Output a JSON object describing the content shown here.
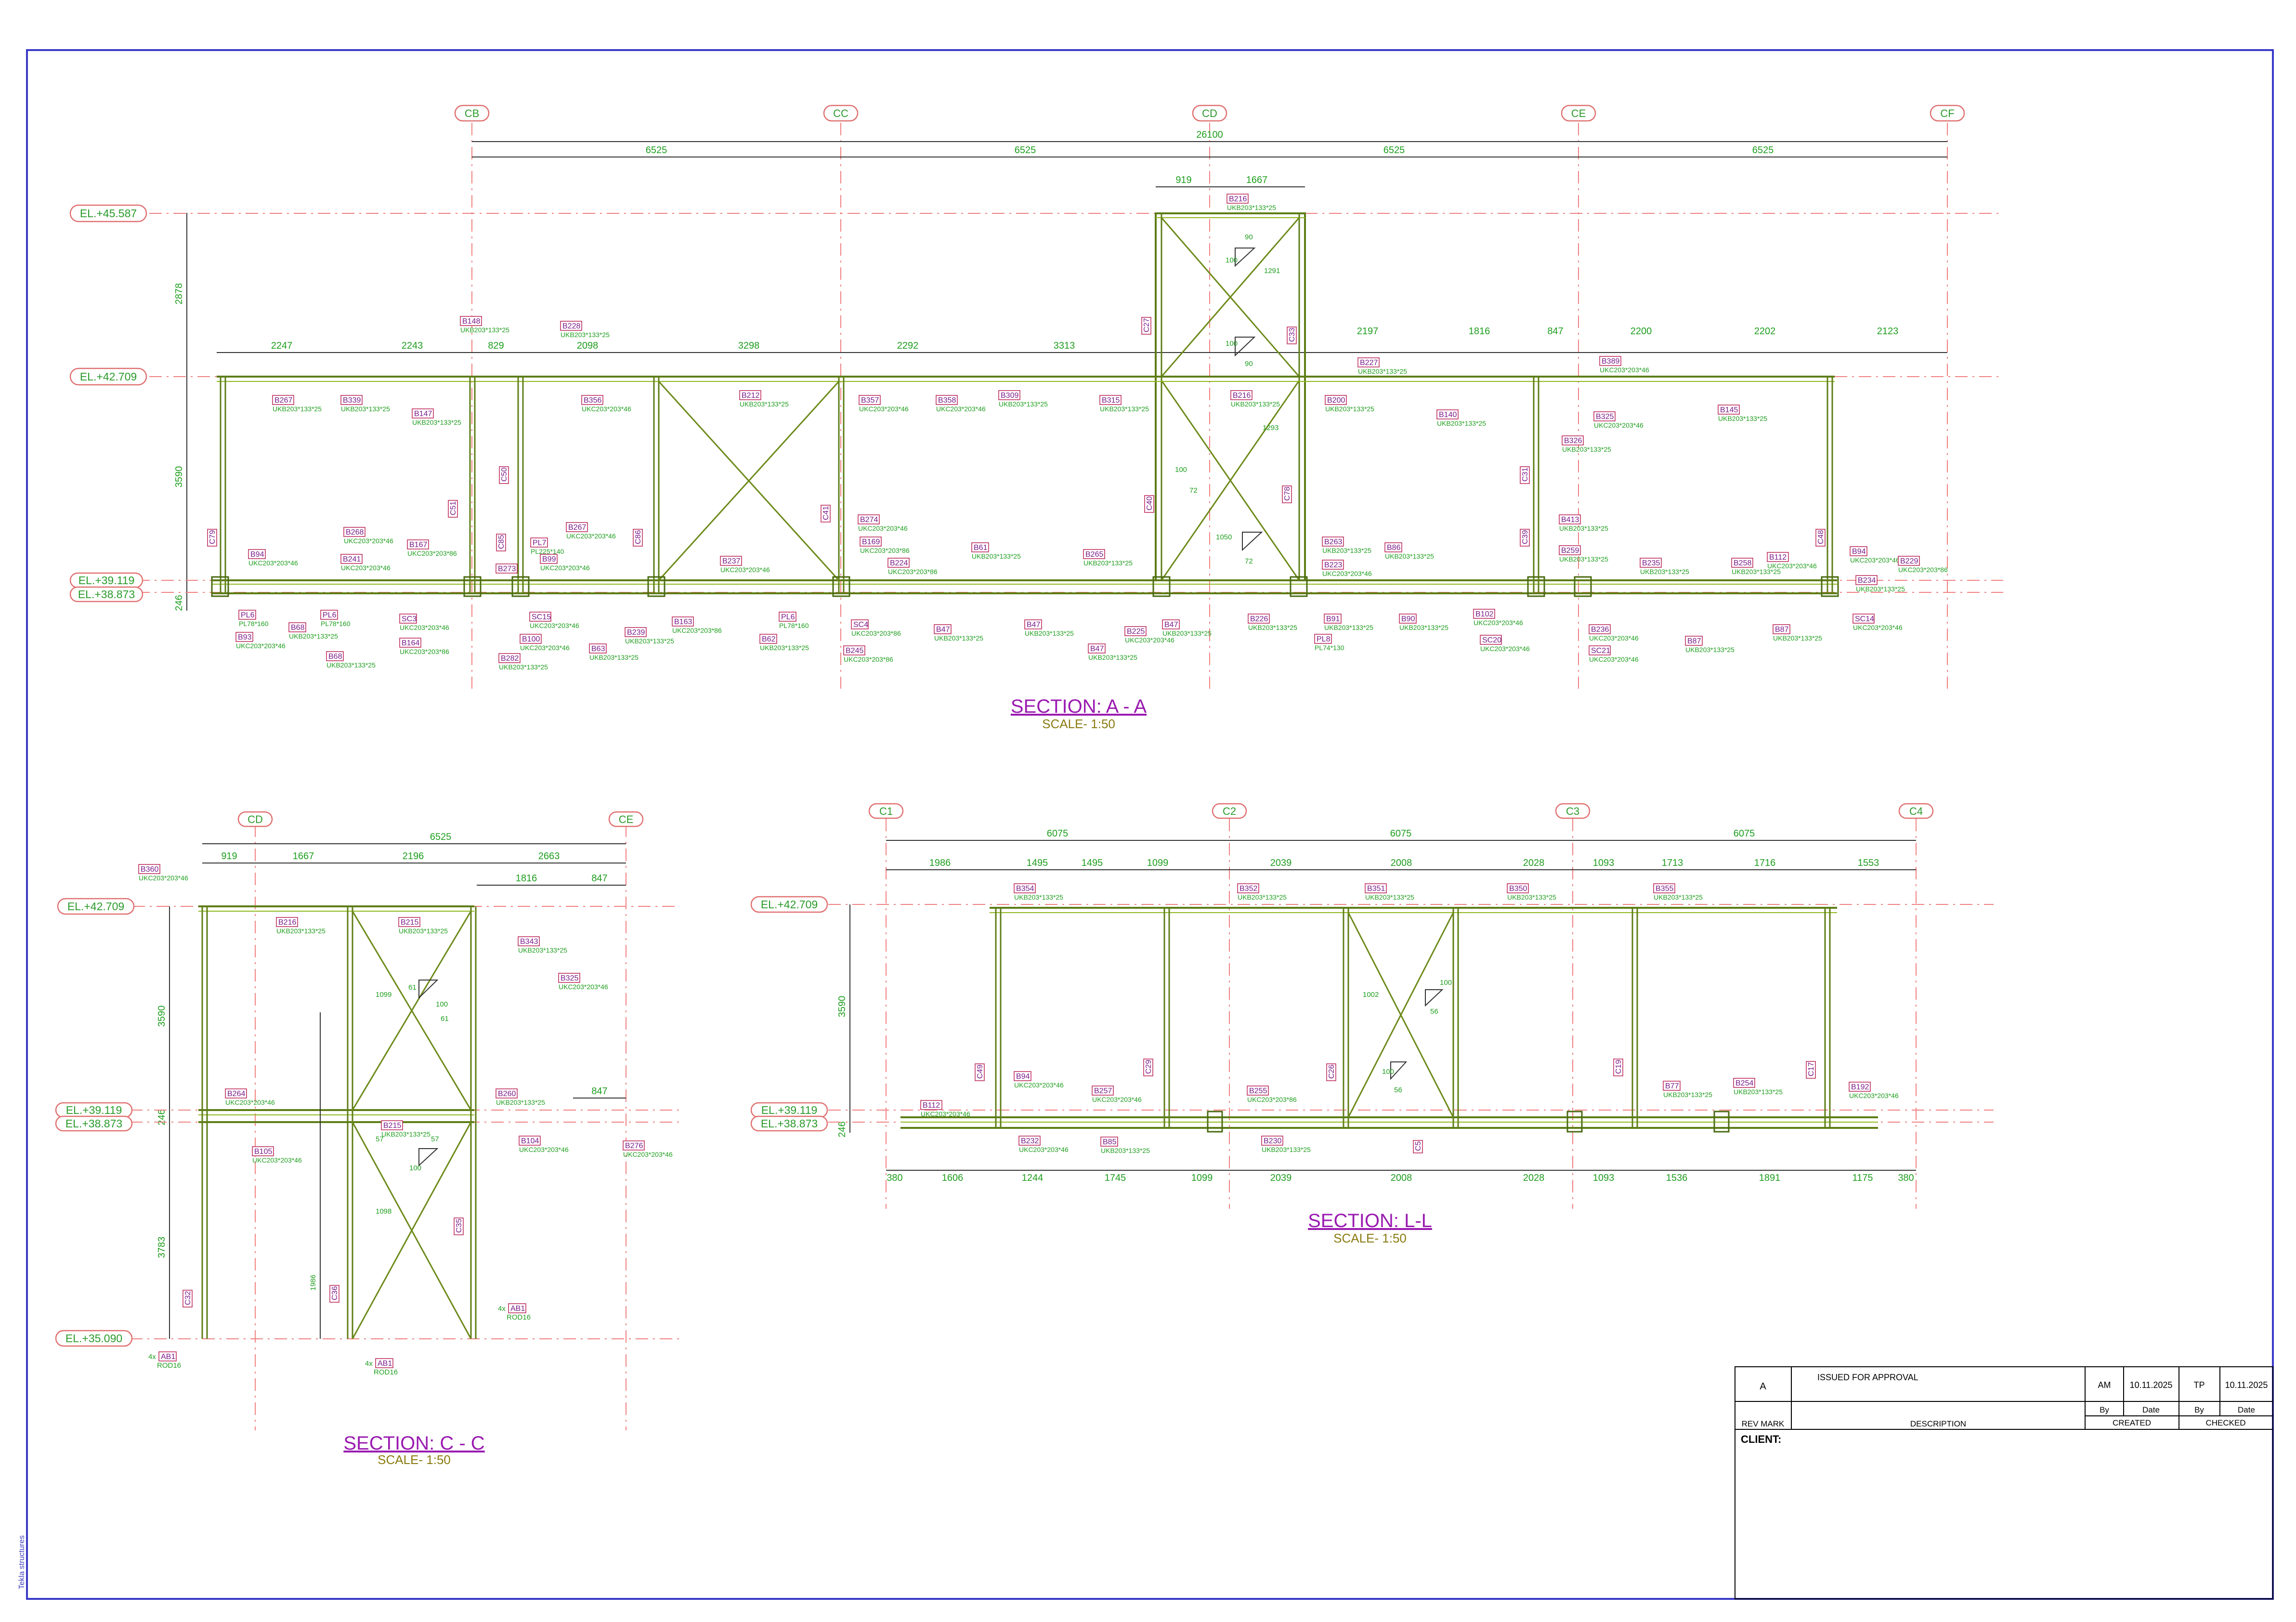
{
  "sectionA": {
    "title": "SECTION: A - A",
    "scale": "SCALE- 1:50",
    "grids": [
      "CB",
      "CC",
      "CD",
      "CE",
      "CF"
    ],
    "overall_dim": "26100",
    "bay_dims": [
      "6525",
      "6525",
      "6525",
      "6525"
    ],
    "upper_dims": [
      "919",
      "1667"
    ],
    "mid_dims": [
      "2247",
      "2243",
      "829",
      "2098",
      "3298",
      "2292",
      "3313",
      "2197",
      "1816",
      "847",
      "2200",
      "2202",
      "2123"
    ],
    "heights": [
      "2878",
      "3590",
      "246"
    ],
    "elevations": [
      "EL.+45.587",
      "EL.+42.709",
      "EL.+39.119",
      "EL.+38.873"
    ],
    "angle_marks": [
      "90",
      "100",
      "1291",
      "100",
      "90",
      "1293",
      "100",
      "72",
      "1050",
      "72"
    ],
    "members": [
      {
        "id": "B216",
        "size": "UKB203*133*25"
      },
      {
        "id": "B148",
        "size": "UKB203*133*25"
      },
      {
        "id": "B228",
        "size": "UKB203*133*25"
      },
      {
        "id": "B267",
        "size": "UKB203*133*25"
      },
      {
        "id": "B339",
        "size": "UKB203*133*25"
      },
      {
        "id": "B147",
        "size": "UKB203*133*25"
      },
      {
        "id": "B356",
        "size": "UKC203*203*46"
      },
      {
        "id": "B212",
        "size": "UKB203*133*25"
      },
      {
        "id": "B357",
        "size": "UKC203*203*46"
      },
      {
        "id": "B358",
        "size": "UKC203*203*46"
      },
      {
        "id": "B309",
        "size": "UKB203*133*25"
      },
      {
        "id": "B315",
        "size": "UKB203*133*25"
      },
      {
        "id": "B216",
        "size": "UKB203*133*25"
      },
      {
        "id": "B200",
        "size": "UKB203*133*25"
      },
      {
        "id": "B227",
        "size": "UKB203*133*25"
      },
      {
        "id": "B140",
        "size": "UKB203*133*25"
      },
      {
        "id": "B389",
        "size": "UKC203*203*46"
      },
      {
        "id": "B325",
        "size": "UKC203*203*46"
      },
      {
        "id": "B145",
        "size": "UKB203*133*25"
      },
      {
        "id": "B326",
        "size": "UKB203*133*25"
      },
      {
        "id": "B94",
        "size": "UKC203*203*46"
      },
      {
        "id": "B268",
        "size": "UKC203*203*46"
      },
      {
        "id": "B241",
        "size": "UKC203*203*46"
      },
      {
        "id": "B167",
        "size": "UKC203*203*86"
      },
      {
        "id": "B267",
        "size": "UKC203*203*46"
      },
      {
        "id": "PL7",
        "size": "PL225*140"
      },
      {
        "id": "B99",
        "size": "UKC203*203*46"
      },
      {
        "id": "B273",
        "size": ""
      },
      {
        "id": "B237",
        "size": "UKC203*203*46"
      },
      {
        "id": "B274",
        "size": "UKC203*203*46"
      },
      {
        "id": "B169",
        "size": "UKC203*203*86"
      },
      {
        "id": "B224",
        "size": "UKC203*203*86"
      },
      {
        "id": "B61",
        "size": "UKB203*133*25"
      },
      {
        "id": "B265",
        "size": "UKB203*133*25"
      },
      {
        "id": "B263",
        "size": "UKB203*133*25"
      },
      {
        "id": "B223",
        "size": "UKC203*203*46"
      },
      {
        "id": "B86",
        "size": "UKB203*133*25"
      },
      {
        "id": "B413",
        "size": "UKB203*133*25"
      },
      {
        "id": "B259",
        "size": "UKB203*133*25"
      },
      {
        "id": "B235",
        "size": "UKB203*133*25"
      },
      {
        "id": "B258",
        "size": "UKB203*133*25"
      },
      {
        "id": "B112",
        "size": "UKC203*203*46"
      },
      {
        "id": "B94",
        "size": "UKC203*203*46"
      },
      {
        "id": "B229",
        "size": "UKC203*203*86"
      },
      {
        "id": "B234",
        "size": "UKB203*133*25"
      },
      {
        "id": "PL6",
        "size": "PL78*160"
      },
      {
        "id": "B68",
        "size": "UKB203*133*25"
      },
      {
        "id": "PL6",
        "size": "PL78*160"
      },
      {
        "id": "B93",
        "size": "UKC203*203*46"
      },
      {
        "id": "B68",
        "size": "UKB203*133*25"
      },
      {
        "id": "SC3",
        "size": "UKC203*203*46"
      },
      {
        "id": "B164",
        "size": "UKC203*203*86"
      },
      {
        "id": "SC15",
        "size": "UKC203*203*46"
      },
      {
        "id": "B100",
        "size": "UKC203*203*46"
      },
      {
        "id": "B282",
        "size": "UKB203*133*25"
      },
      {
        "id": "B63",
        "size": "UKB203*133*25"
      },
      {
        "id": "B239",
        "size": "UKB203*133*25"
      },
      {
        "id": "B163",
        "size": "UKC203*203*86"
      },
      {
        "id": "B62",
        "size": "UKB203*133*25"
      },
      {
        "id": "PL6",
        "size": "PL78*160"
      },
      {
        "id": "SC4",
        "size": "UKC203*203*86"
      },
      {
        "id": "B245",
        "size": "UKC203*203*86"
      },
      {
        "id": "B47",
        "size": "UKB203*133*25"
      },
      {
        "id": "B47",
        "size": "UKB203*133*25"
      },
      {
        "id": "B47",
        "size": "UKB203*133*25"
      },
      {
        "id": "B225",
        "size": "UKC203*203*46"
      },
      {
        "id": "B47",
        "size": "UKB203*133*25"
      },
      {
        "id": "B226",
        "size": "UKB203*133*25"
      },
      {
        "id": "PL8",
        "size": "PL74*130"
      },
      {
        "id": "B91",
        "size": "UKB203*133*25"
      },
      {
        "id": "B90",
        "size": "UKB203*133*25"
      },
      {
        "id": "B102",
        "size": "UKC203*203*46"
      },
      {
        "id": "SC20",
        "size": "UKC203*203*46"
      },
      {
        "id": "B236",
        "size": "UKC203*203*46"
      },
      {
        "id": "SC21",
        "size": "UKC203*203*46"
      },
      {
        "id": "B87",
        "size": "UKB203*133*25"
      },
      {
        "id": "B87",
        "size": "UKB203*133*25"
      },
      {
        "id": "SC14",
        "size": "UKC203*203*46"
      }
    ],
    "columns": [
      "C79",
      "C51",
      "C50",
      "C85",
      "C86",
      "C41",
      "C27",
      "C33",
      "C40",
      "C78",
      "C31",
      "C39",
      "C48"
    ]
  },
  "sectionC": {
    "title": "SECTION: C - C",
    "scale": "SCALE- 1:50",
    "grids": [
      "CD",
      "CE"
    ],
    "overall_dim": "6525",
    "top_dims": [
      "919",
      "1667",
      "2196",
      "2663"
    ],
    "sub_dims": [
      "1816",
      "847"
    ],
    "mid_dim": "847",
    "heights": [
      "3590",
      "246",
      "3783"
    ],
    "elevations": [
      "EL.+42.709",
      "EL.+39.119",
      "EL.+38.873",
      "EL.+35.090"
    ],
    "angle_marks": [
      "61",
      "100",
      "1099",
      "61",
      "57",
      "100",
      "57",
      "1098",
      "1986"
    ],
    "members": [
      {
        "id": "B360",
        "size": "UKC203*203*46"
      },
      {
        "id": "B216",
        "size": "UKB203*133*25"
      },
      {
        "id": "B215",
        "size": "UKB203*133*25"
      },
      {
        "id": "B343",
        "size": "UKB203*133*25"
      },
      {
        "id": "B325",
        "size": "UKC203*203*46"
      },
      {
        "id": "B264",
        "size": "UKC203*203*46"
      },
      {
        "id": "B260",
        "size": "UKB203*133*25"
      },
      {
        "id": "B215",
        "size": "UKB203*133*25"
      },
      {
        "id": "B105",
        "size": "UKC203*203*46"
      },
      {
        "id": "B104",
        "size": "UKC203*203*46"
      },
      {
        "id": "B276",
        "size": "UKC203*203*46"
      }
    ],
    "anchors": [
      {
        "qty": "4x",
        "id": "AB1",
        "rod": "ROD16"
      },
      {
        "qty": "4x",
        "id": "AB1",
        "rod": "ROD16"
      },
      {
        "qty": "4x",
        "id": "AB1",
        "rod": "ROD16"
      }
    ],
    "columns": [
      "C32",
      "C36",
      "C35"
    ]
  },
  "sectionL": {
    "title": "SECTION: L-L",
    "scale": "SCALE- 1:50",
    "grids": [
      "C1",
      "C2",
      "C3",
      "C4"
    ],
    "bay_dims": [
      "6075",
      "6075",
      "6075"
    ],
    "top_dims": [
      "1986",
      "1495",
      "1495",
      "1099",
      "2039",
      "2008",
      "2028",
      "1093",
      "1713",
      "1716",
      "1553"
    ],
    "bottom_dims": [
      "380",
      "1606",
      "1244",
      "1745",
      "1099",
      "2039",
      "2008",
      "2028",
      "1093",
      "1536",
      "1891",
      "1175",
      "380"
    ],
    "heights": [
      "3590",
      "246"
    ],
    "elevations": [
      "EL.+42.709",
      "EL.+39.119",
      "EL.+38.873"
    ],
    "angle_marks": [
      "100",
      "56",
      "1002",
      "100",
      "56"
    ],
    "members": [
      {
        "id": "B354",
        "size": "UKB203*133*25"
      },
      {
        "id": "B352",
        "size": "UKB203*133*25"
      },
      {
        "id": "B351",
        "size": "UKB203*133*25"
      },
      {
        "id": "B350",
        "size": "UKB203*133*25"
      },
      {
        "id": "B355",
        "size": "UKB203*133*25"
      },
      {
        "id": "B112",
        "size": "UKC203*203*46"
      },
      {
        "id": "B94",
        "size": "UKC203*203*46"
      },
      {
        "id": "B257",
        "size": "UKC203*203*46"
      },
      {
        "id": "B255",
        "size": "UKC203*203*86"
      },
      {
        "id": "B77",
        "size": "UKB203*133*25"
      },
      {
        "id": "B254",
        "size": "UKB203*133*25"
      },
      {
        "id": "B192",
        "size": "UKC203*203*46"
      },
      {
        "id": "B232",
        "size": "UKC203*203*46"
      },
      {
        "id": "B85",
        "size": "UKB203*133*25"
      },
      {
        "id": "B230",
        "size": "UKB203*133*25"
      }
    ],
    "columns": [
      "C49",
      "C29",
      "C26",
      "C19",
      "C17",
      "C5"
    ]
  },
  "titleblock": {
    "rev": "A",
    "description_text": "ISSUED FOR APPROVAL",
    "created_by": "AM",
    "created_date": "10.11.2025",
    "checked_by": "TP",
    "checked_date": "10.11.2025",
    "by_label": "By",
    "date_label": "Date",
    "by_label2": "By",
    "date_label2": "Date",
    "rev_mark_label": "REV MARK",
    "description_label": "DESCRIPTION",
    "created_label": "CREATED",
    "checked_label": "CHECKED",
    "client_label": "CLIENT:"
  },
  "margin_note": "Tekla structures"
}
